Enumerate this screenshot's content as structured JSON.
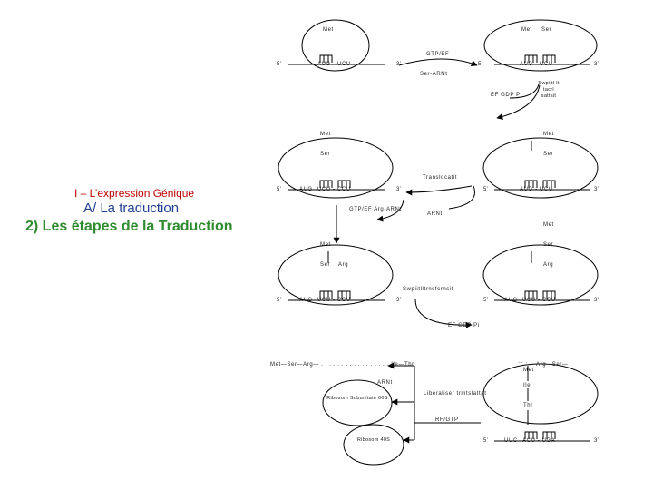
{
  "slide": {
    "heading": "I – L’expression Génique",
    "subheading": "A/ La traduction",
    "section": "2) Les étapes de la Traduction"
  },
  "diagram": {
    "met": "Met",
    "ser": "Ser",
    "arg": "Arg",
    "thr": "Thr",
    "ile": "Ile",
    "five_prime": "5’",
    "three_prime": "3’",
    "seq_aug_ucu": "AUG - UCU",
    "seq_ucu_ccu": "UCU - CCU",
    "seq_aug": "AUG",
    "seq_ucu": "UCU",
    "seq_uuc": "UUC",
    "seq_acu_uga": "ACU - UGA",
    "gtp_ef": "GTP/EF",
    "ser_arnt": "Ser-ARNt",
    "ef_gdp_pi": "EF  GDP  Pi",
    "peptide_bond": "Swpiitl lt tacrl sattsit",
    "translocation": "Translocatit",
    "gtp_ef_arg": "GTP/EF Arg-ARNt",
    "arnt": "ARNt",
    "peptidyl_transferase": "Swpiitlltrnsfcrnsit",
    "chain": "Met—Ser—Arg— . . . . . . . . . . . . . . . . . Ile—Thr",
    "chain_right_arg_ser": "Arg—Ser—",
    "chain_right_dots": "… .",
    "release_factor": "Libéraliser trmtslattat",
    "ribosome_60s": "Ribosom Subunitate 60S",
    "ribosome_40s": "Ribosom 40S",
    "rf_gtp": "RF/GTP"
  }
}
